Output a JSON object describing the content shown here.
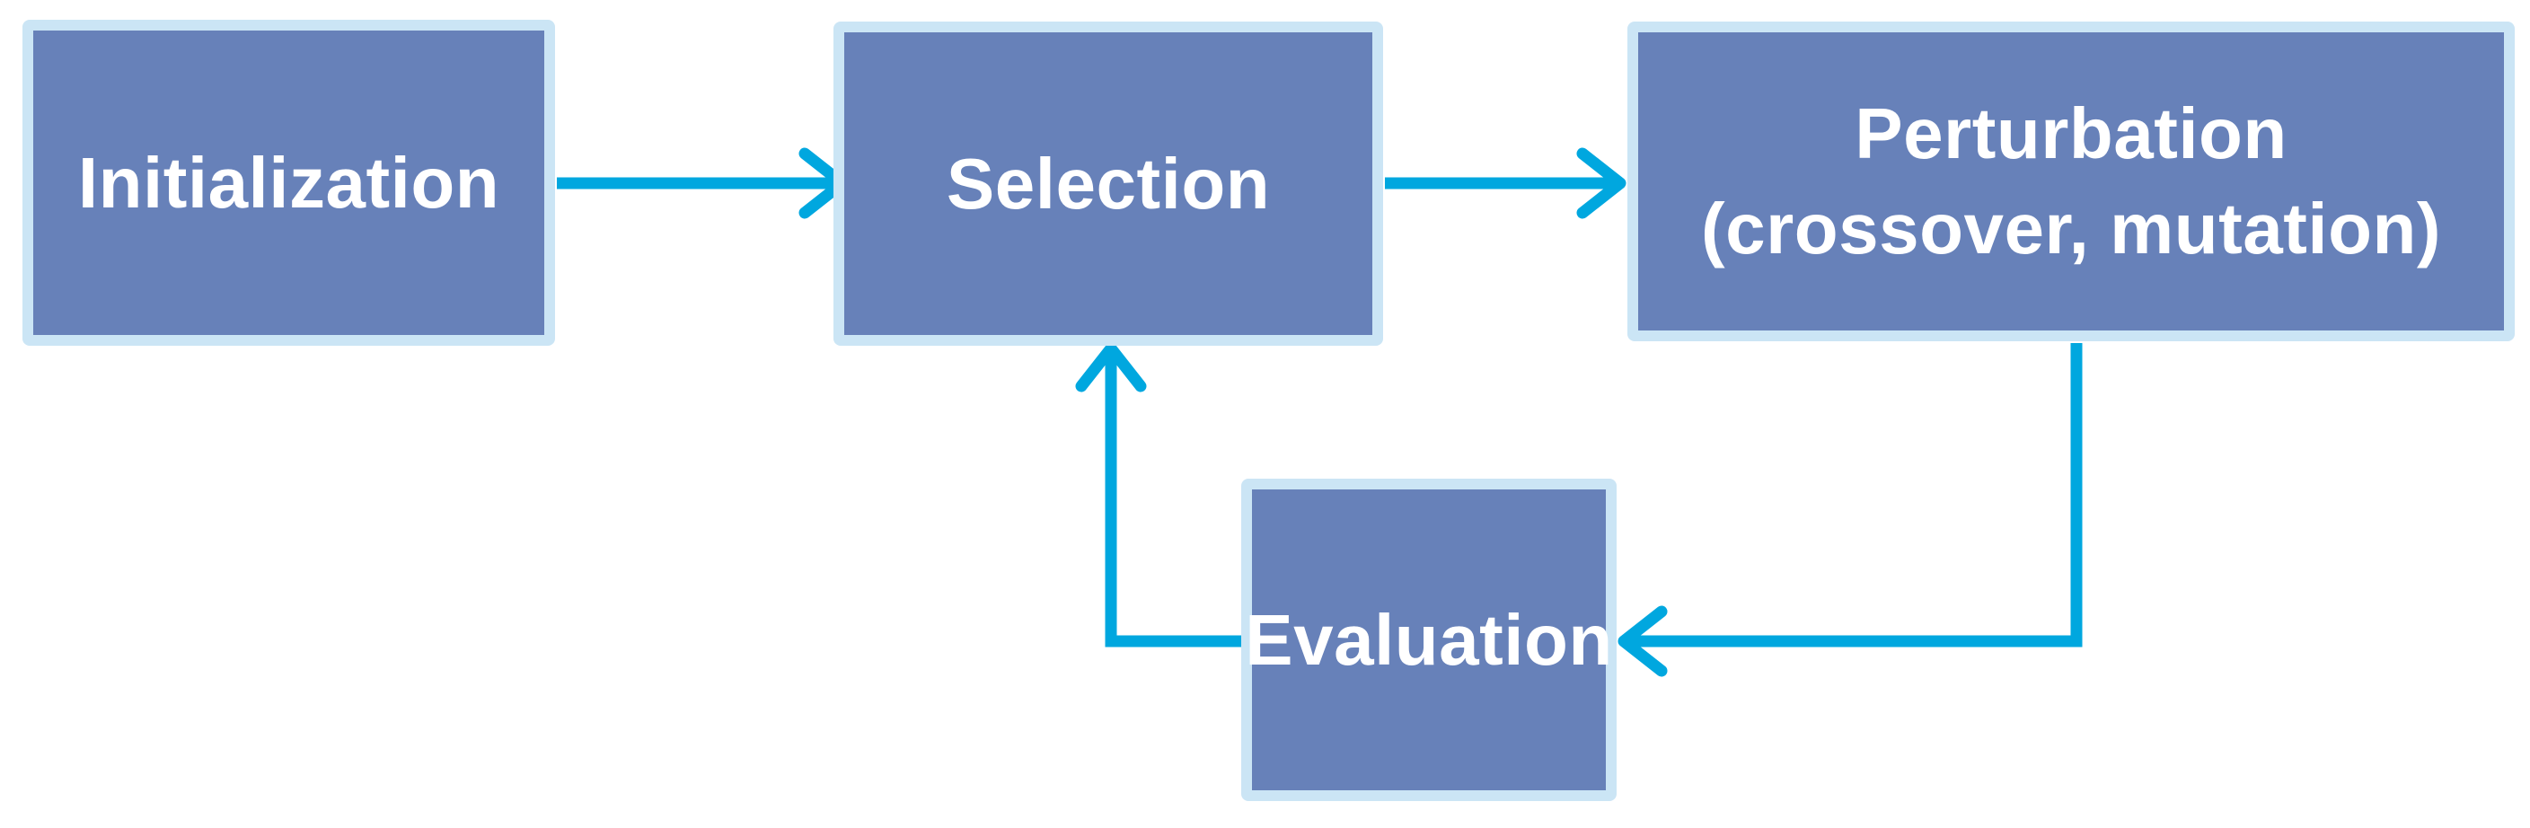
{
  "diagram": {
    "kind": "flowchart",
    "description": "Evolutionary algorithm loop"
  },
  "colors": {
    "background": "#FFFFFF",
    "node_fill": "#6781B9",
    "node_border": "#CBE5F5",
    "arrow": "#00A7DF",
    "label_text": "#FFFFFF"
  },
  "nodes": [
    {
      "id": "initialization",
      "label": "Initialization"
    },
    {
      "id": "selection",
      "label": "Selection"
    },
    {
      "id": "perturbation",
      "label": "Perturbation (crossover, mutation)",
      "lines": [
        "Perturbation",
        "(crossover, mutation)"
      ]
    },
    {
      "id": "evaluation",
      "label": "Evaluation"
    }
  ],
  "edges": [
    {
      "from": "initialization",
      "to": "selection"
    },
    {
      "from": "selection",
      "to": "perturbation"
    },
    {
      "from": "perturbation",
      "to": "evaluation"
    },
    {
      "from": "evaluation",
      "to": "selection"
    }
  ]
}
